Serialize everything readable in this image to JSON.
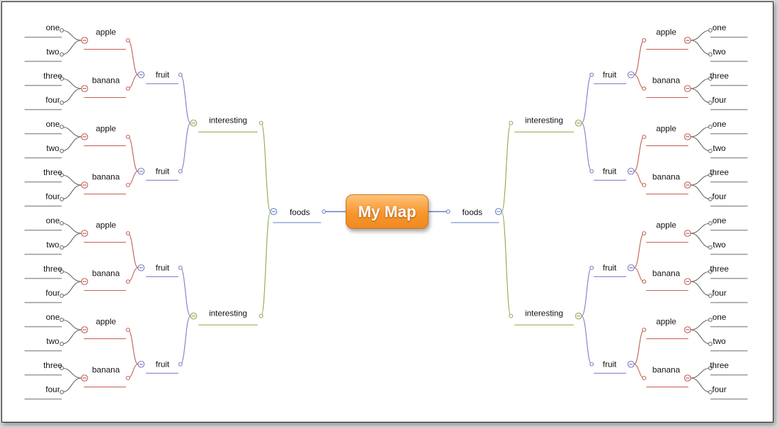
{
  "root": {
    "label": "My Map",
    "color": "#f7962d"
  },
  "colors": {
    "level1": "#5b7fc7",
    "level2": "#8aa84a",
    "level3": "#7f74c4",
    "level4": "#c25a54",
    "level5": "#666666"
  },
  "branches": [
    {
      "side": "left",
      "label": "foods",
      "children": [
        {
          "label": "interesting",
          "children": [
            {
              "label": "fruit",
              "children": [
                {
                  "label": "apple",
                  "children": [
                    {
                      "label": "one"
                    },
                    {
                      "label": "two"
                    }
                  ]
                },
                {
                  "label": "banana",
                  "children": [
                    {
                      "label": "three"
                    },
                    {
                      "label": "four"
                    }
                  ]
                }
              ]
            },
            {
              "label": "fruit",
              "children": [
                {
                  "label": "apple",
                  "children": [
                    {
                      "label": "one"
                    },
                    {
                      "label": "two"
                    }
                  ]
                },
                {
                  "label": "banana",
                  "children": [
                    {
                      "label": "three"
                    },
                    {
                      "label": "four"
                    }
                  ]
                }
              ]
            }
          ]
        },
        {
          "label": "interesting",
          "children": [
            {
              "label": "fruit",
              "children": [
                {
                  "label": "apple",
                  "children": [
                    {
                      "label": "one"
                    },
                    {
                      "label": "two"
                    }
                  ]
                },
                {
                  "label": "banana",
                  "children": [
                    {
                      "label": "three"
                    },
                    {
                      "label": "four"
                    }
                  ]
                }
              ]
            },
            {
              "label": "fruit",
              "children": [
                {
                  "label": "apple",
                  "children": [
                    {
                      "label": "one"
                    },
                    {
                      "label": "two"
                    }
                  ]
                },
                {
                  "label": "banana",
                  "children": [
                    {
                      "label": "three"
                    },
                    {
                      "label": "four"
                    }
                  ]
                }
              ]
            }
          ]
        }
      ]
    },
    {
      "side": "right",
      "label": "foods",
      "children": [
        {
          "label": "interesting",
          "children": [
            {
              "label": "fruit",
              "children": [
                {
                  "label": "apple",
                  "children": [
                    {
                      "label": "one"
                    },
                    {
                      "label": "two"
                    }
                  ]
                },
                {
                  "label": "banana",
                  "children": [
                    {
                      "label": "three"
                    },
                    {
                      "label": "four"
                    }
                  ]
                }
              ]
            },
            {
              "label": "fruit",
              "children": [
                {
                  "label": "apple",
                  "children": [
                    {
                      "label": "one"
                    },
                    {
                      "label": "two"
                    }
                  ]
                },
                {
                  "label": "banana",
                  "children": [
                    {
                      "label": "three"
                    },
                    {
                      "label": "four"
                    }
                  ]
                }
              ]
            }
          ]
        },
        {
          "label": "interesting",
          "children": [
            {
              "label": "fruit",
              "children": [
                {
                  "label": "apple",
                  "children": [
                    {
                      "label": "one"
                    },
                    {
                      "label": "two"
                    }
                  ]
                },
                {
                  "label": "banana",
                  "children": [
                    {
                      "label": "three"
                    },
                    {
                      "label": "four"
                    }
                  ]
                }
              ]
            },
            {
              "label": "fruit",
              "children": [
                {
                  "label": "apple",
                  "children": [
                    {
                      "label": "one"
                    },
                    {
                      "label": "two"
                    }
                  ]
                },
                {
                  "label": "banana",
                  "children": [
                    {
                      "label": "three"
                    },
                    {
                      "label": "four"
                    }
                  ]
                }
              ]
            }
          ]
        }
      ]
    }
  ]
}
